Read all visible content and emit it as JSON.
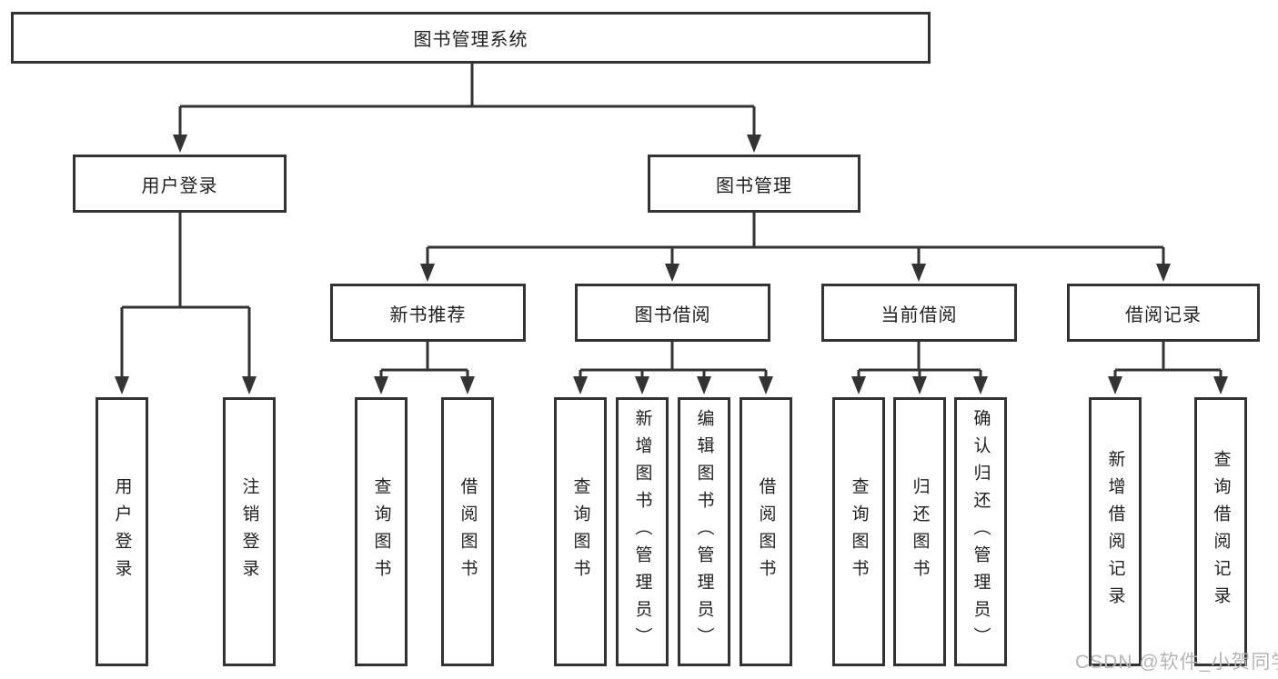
{
  "diagram": {
    "title": "图书管理系统",
    "level2": [
      {
        "label": "用户登录",
        "leaves": [
          "用户登录",
          "注销登录"
        ]
      },
      {
        "label": "图书管理",
        "level3": [
          {
            "label": "新书推荐",
            "leaves": [
              "查询图书",
              "借阅图书"
            ]
          },
          {
            "label": "图书借阅",
            "leaves": [
              "查询图书",
              "新增图书（管理员）",
              "编辑图书（管理员）",
              "借阅图书"
            ]
          },
          {
            "label": "当前借阅",
            "leaves": [
              "查询图书",
              "归还图书",
              "确认归还（管理员）"
            ]
          },
          {
            "label": "借阅记录",
            "leaves": [
              "新增借阅记录",
              "查询借阅记录"
            ]
          }
        ]
      }
    ]
  },
  "watermark": "CSDN @软件_小贺同学",
  "colors": {
    "line": "#333333",
    "box_border": "#333333",
    "box_background": "#ffffff",
    "text": "#1f1f1f",
    "watermark": "#b5b5b5"
  }
}
